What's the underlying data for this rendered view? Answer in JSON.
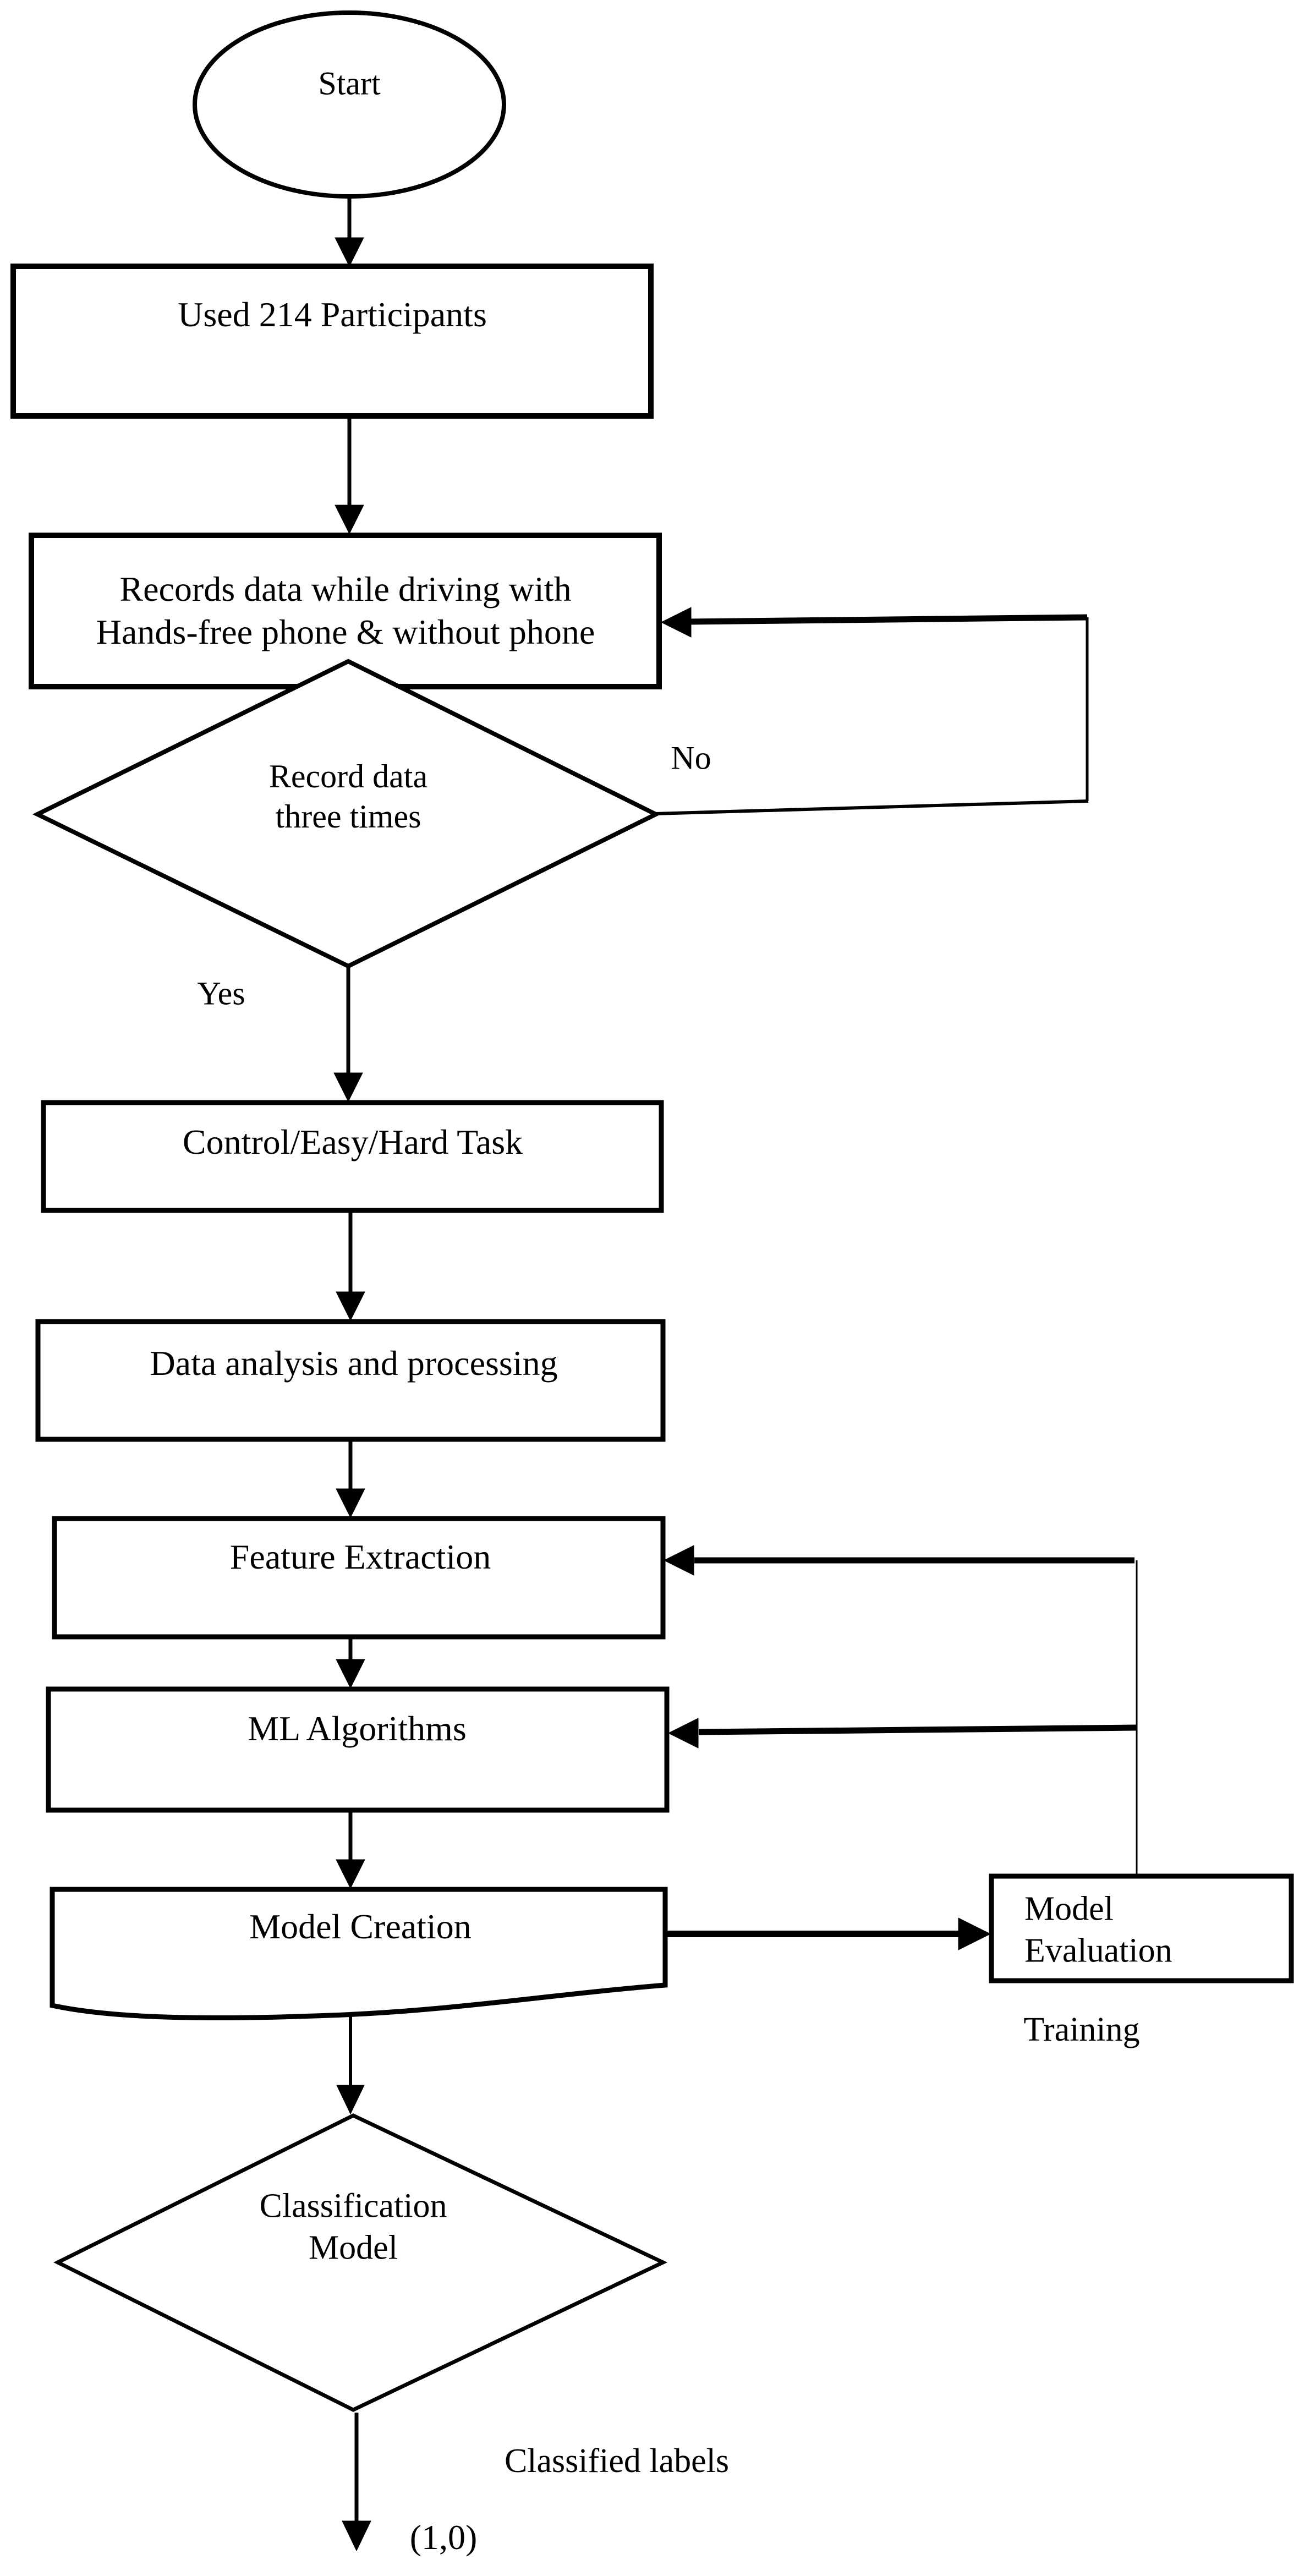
{
  "nodes": {
    "start": {
      "label": "Start",
      "shape": "terminator"
    },
    "participants": {
      "label": "Used 214 Participants",
      "shape": "process"
    },
    "records": {
      "label": "Records data while driving with\nHands-free phone & without phone",
      "shape": "process"
    },
    "record_check": {
      "label": "Record data\nthree times",
      "shape": "decision"
    },
    "task": {
      "label": "Control/Easy/Hard Task",
      "shape": "process"
    },
    "analysis": {
      "label": "Data analysis and processing",
      "shape": "process"
    },
    "feature_extraction": {
      "label": "Feature Extraction",
      "shape": "process"
    },
    "ml_algorithms": {
      "label": "ML Algorithms",
      "shape": "process"
    },
    "model_creation": {
      "label": "Model Creation",
      "shape": "document"
    },
    "model_evaluation": {
      "label": "Model\nEvaluation",
      "shape": "process"
    },
    "classification": {
      "label": "Classification\nModel",
      "shape": "decision"
    }
  },
  "labels": {
    "no": "No",
    "yes": "Yes",
    "training": "Training",
    "classified": "Classified labels",
    "output": "(1,0)"
  },
  "colors": {
    "stroke": "#000000",
    "background": "#ffffff"
  }
}
